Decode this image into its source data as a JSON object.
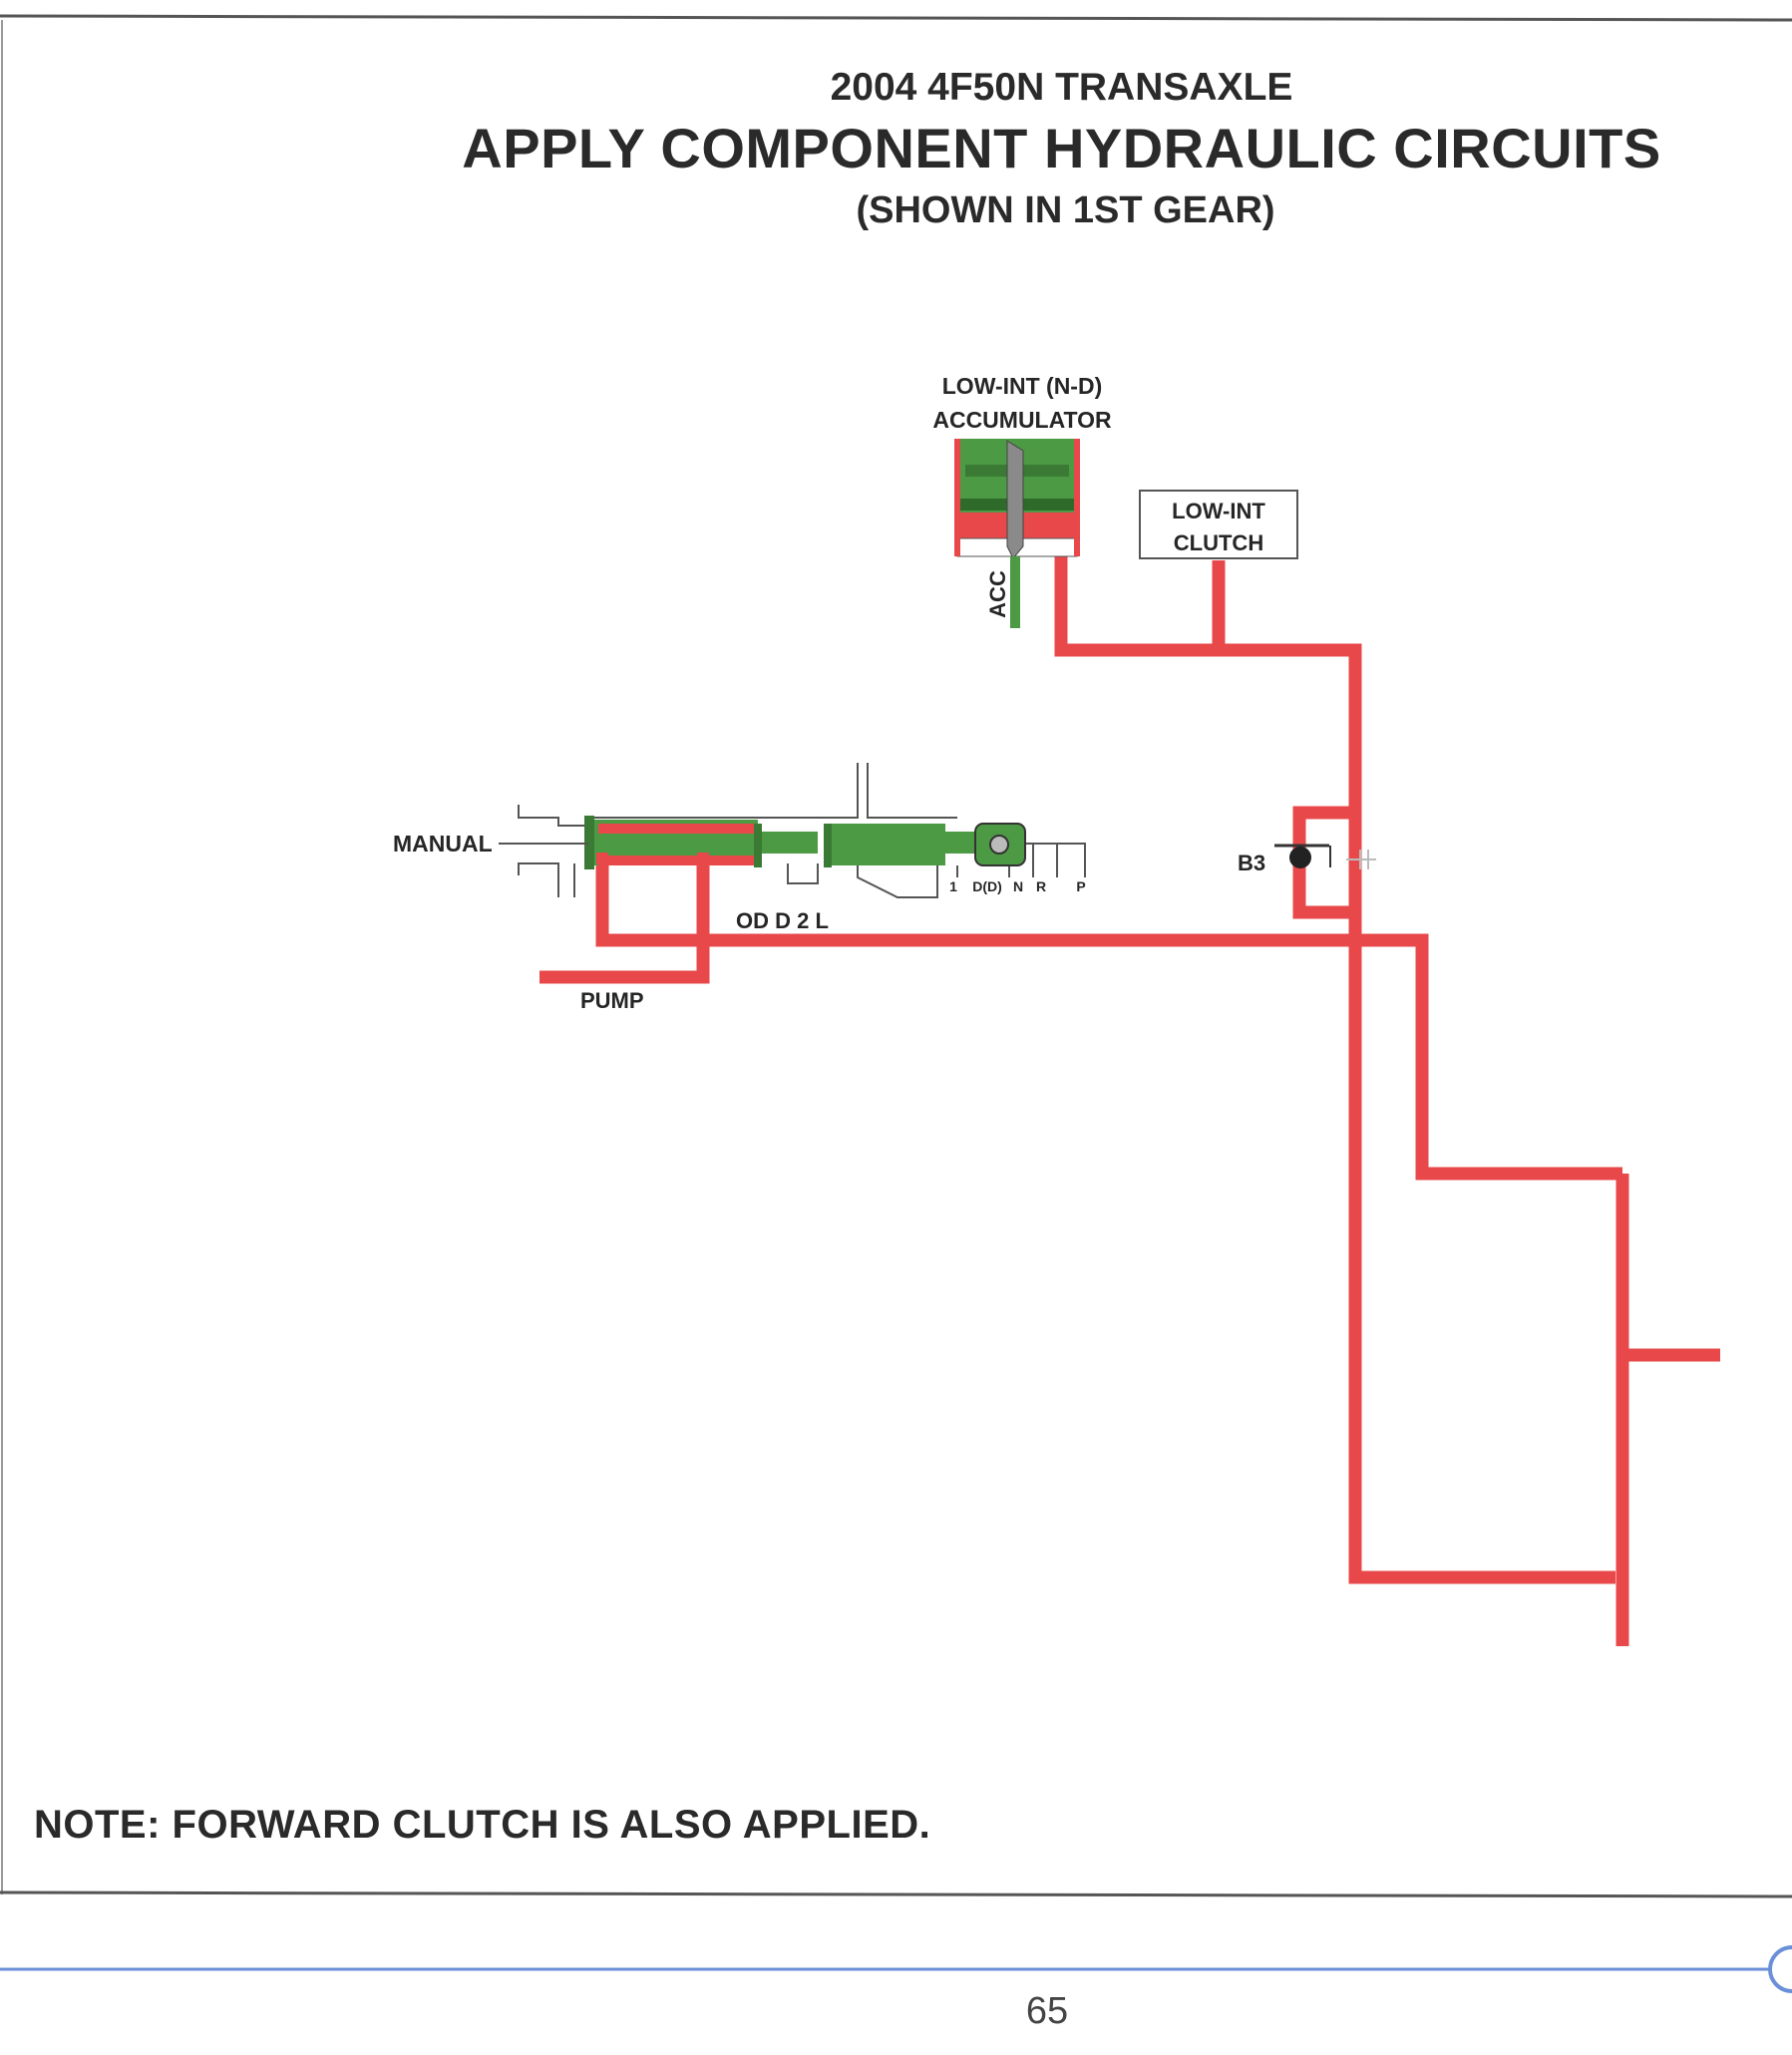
{
  "header": {
    "subtitle": "2004 4F50N TRANSAXLE",
    "title": "APPLY COMPONENT HYDRAULIC CIRCUITS",
    "gear_note": "(SHOWN IN 1ST GEAR)"
  },
  "diagram": {
    "accumulator_label_1": "LOW-INT (N-D)",
    "accumulator_label_2": "ACCUMULATOR",
    "acc_label": "ACC",
    "clutch_label_1": "LOW-INT",
    "clutch_label_2": "CLUTCH",
    "manual_label": "MANUAL",
    "detent_labels": [
      "1",
      "D(D)",
      "N",
      "R",
      "P"
    ],
    "range_label": "OD D 2 L",
    "pump_label": "PUMP",
    "check_ball_label": "B3",
    "colors": {
      "apply_pressure": "#e8484a",
      "exhaust": "#4c9a44",
      "accumulator_piston": "#8a8a8a",
      "frame_line": "#555555",
      "footer_rule": "#6a8fd8"
    }
  },
  "footer": {
    "note": "NOTE: FORWARD CLUTCH IS ALSO APPLIED.",
    "page_number": "65"
  }
}
